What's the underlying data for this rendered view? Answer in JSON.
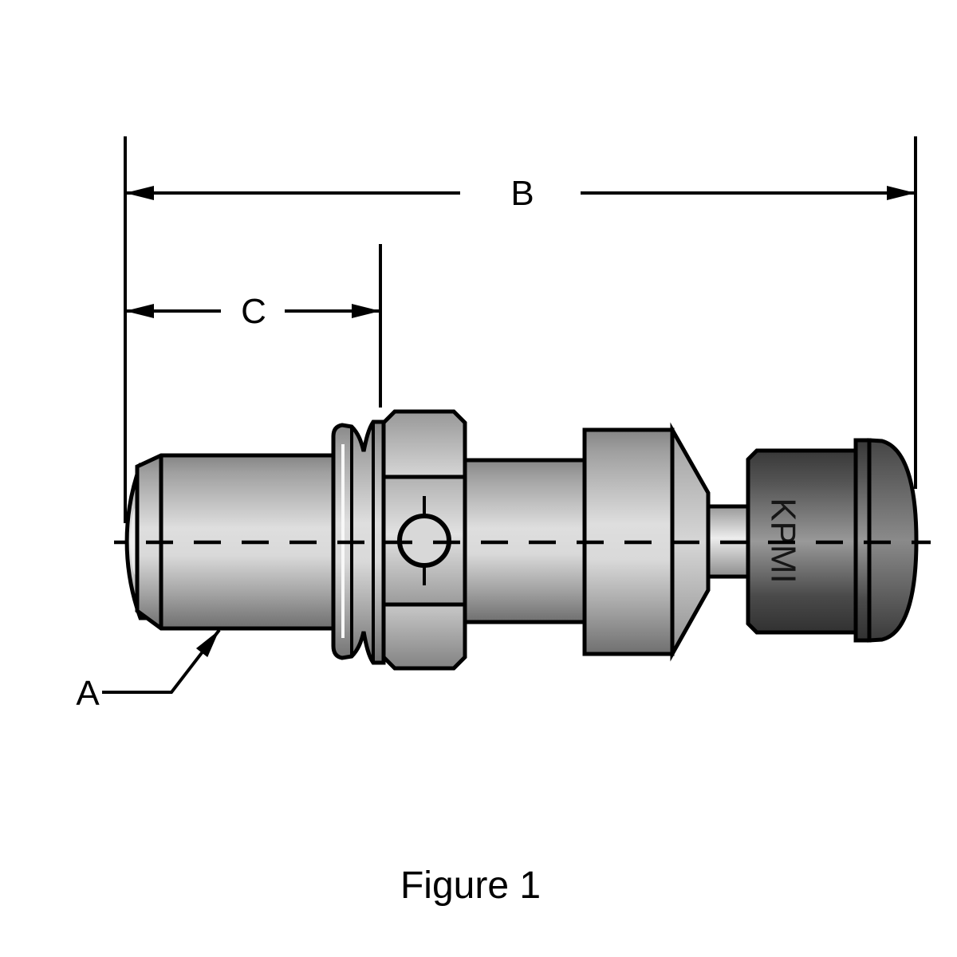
{
  "figure": {
    "caption": "Figure 1",
    "part_marking": "KPMI",
    "dimension_labels": {
      "a": "A",
      "b": "B",
      "c": "C"
    },
    "colors": {
      "background": "#ffffff",
      "outline": "#000000",
      "dimension_lines": "#000000",
      "steel_highlight": "#dedede",
      "steel_shadow": "#6f6f6f",
      "knob_dark": "#313131",
      "knob_light": "#999999",
      "marking_text": "#161616"
    }
  }
}
